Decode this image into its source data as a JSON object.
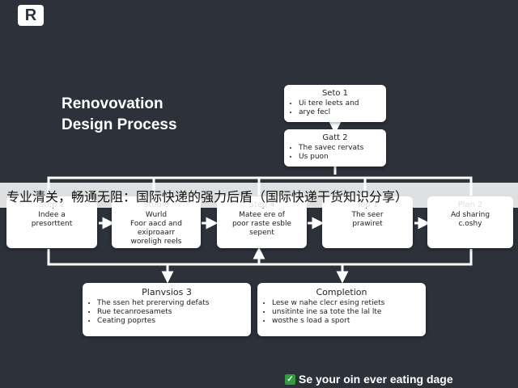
{
  "logo": {
    "letter": "R"
  },
  "title": {
    "line1": "Renovovation",
    "line2": "Design Process"
  },
  "colors": {
    "background": "#2c313a",
    "box": "#ffffff",
    "connector": "#ffffff",
    "check": "#2e9d3a"
  },
  "boxes": {
    "seto1": {
      "head": "Seto 1",
      "items": [
        "Ui tere leets and",
        "arye fecl"
      ]
    },
    "gatt2": {
      "head": "Gatt 2",
      "items": [
        "The savec rervats",
        "Us puon"
      ]
    },
    "step2": {
      "head": "Step 2",
      "body": [
        "Indee a",
        "presorttent"
      ]
    },
    "studio": {
      "head": "Studie",
      "sub": "Wurld",
      "body": [
        "Foor aacd and",
        "exiproaarr",
        "woreligh reels"
      ]
    },
    "step4": {
      "head": "Step 4",
      "body": [
        "Matee ere of",
        "poor raste esble",
        "sepent"
      ]
    },
    "top1": {
      "head": "Top 1",
      "body": [
        "The seer",
        "prawiret"
      ]
    },
    "plan2": {
      "head": "Plan 2",
      "body": [
        "Ad sharing",
        "c.oshy"
      ]
    },
    "plan3": {
      "head": "Planvsios 3",
      "items": [
        "The ssen het prererving defats",
        "Rue tecanroesamets",
        "Ceating poprtes"
      ]
    },
    "completion": {
      "head": "Completion",
      "items": [
        "Lese w nahe clecr esing retiets",
        "unsitinte ine sa tote the lal lte",
        "wosthe s load a sport"
      ]
    }
  },
  "banner": {
    "text": "专业清关，畅通无阻：国际快递的强力后盾（国际快递干货知识分享）"
  },
  "footer": {
    "text": "Se your oin ever eating dage"
  }
}
